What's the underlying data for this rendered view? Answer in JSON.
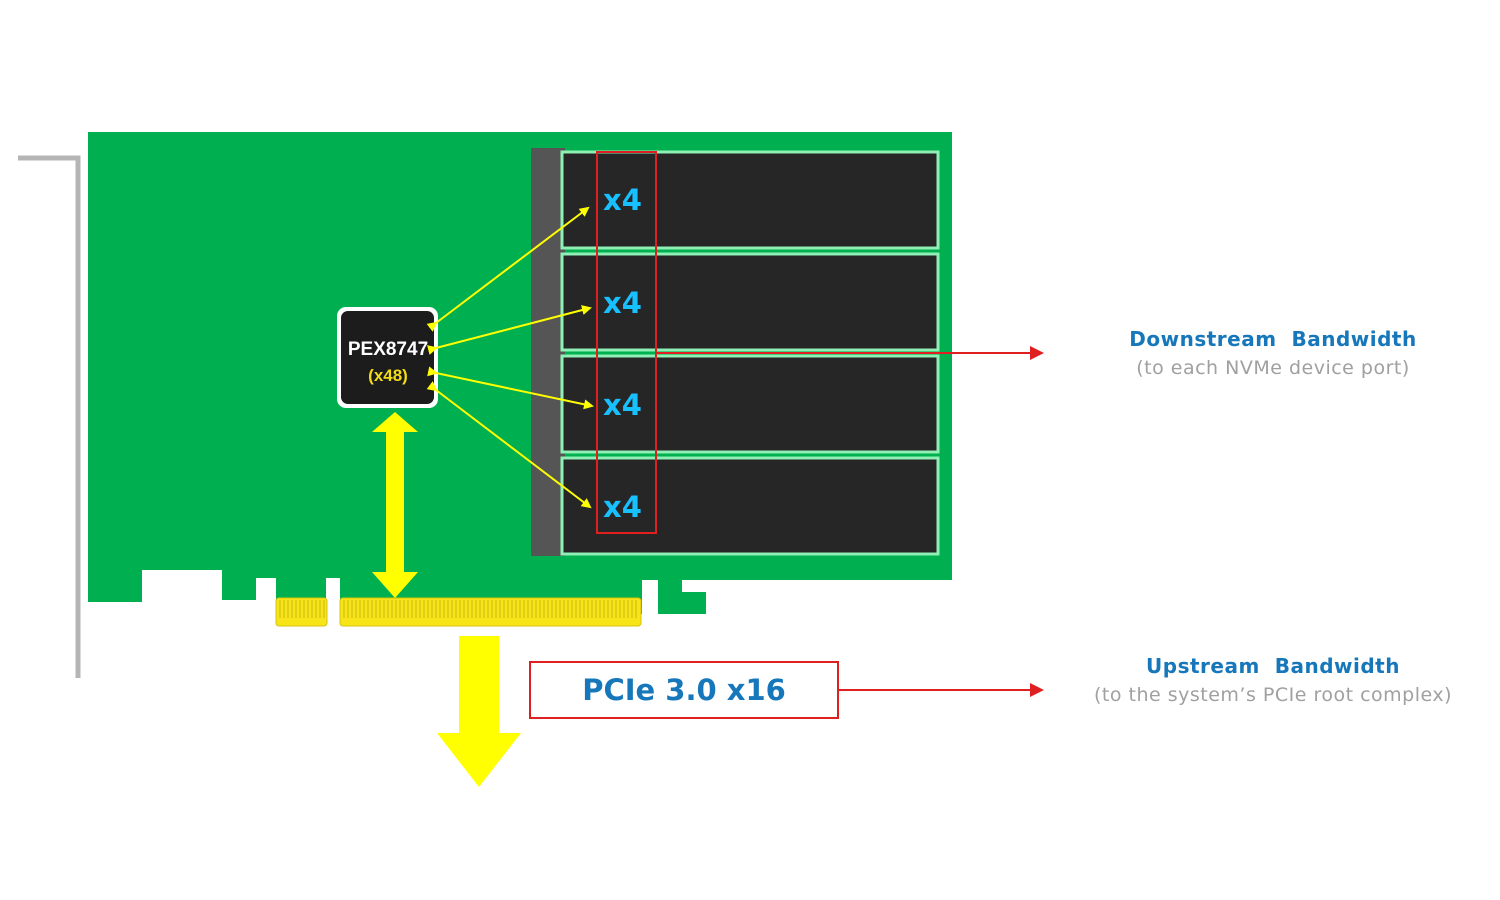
{
  "chip": {
    "name": "PEX8747",
    "lanes": "(x48)"
  },
  "ports": [
    {
      "label": "x4"
    },
    {
      "label": "x4"
    },
    {
      "label": "x4"
    },
    {
      "label": "x4"
    }
  ],
  "upstream_link": {
    "label": "PCIe 3.0 x16"
  },
  "downstream": {
    "title": "Downstream  Bandwidth",
    "subtitle": "(to each NVMe device port)"
  },
  "upstream": {
    "title": "Upstream  Bandwidth",
    "subtitle": "(to the system’s PCIe root complex)"
  },
  "colors": {
    "board": "#00b050",
    "gold": "#f7e51a",
    "arrow_yellow": "#ffff00",
    "callout_red": "#e02020",
    "label_blue": "#1677bb",
    "lane_cyan": "#17c0ff",
    "slot_dark": "#262626",
    "trace_green": "#8fefb4"
  }
}
